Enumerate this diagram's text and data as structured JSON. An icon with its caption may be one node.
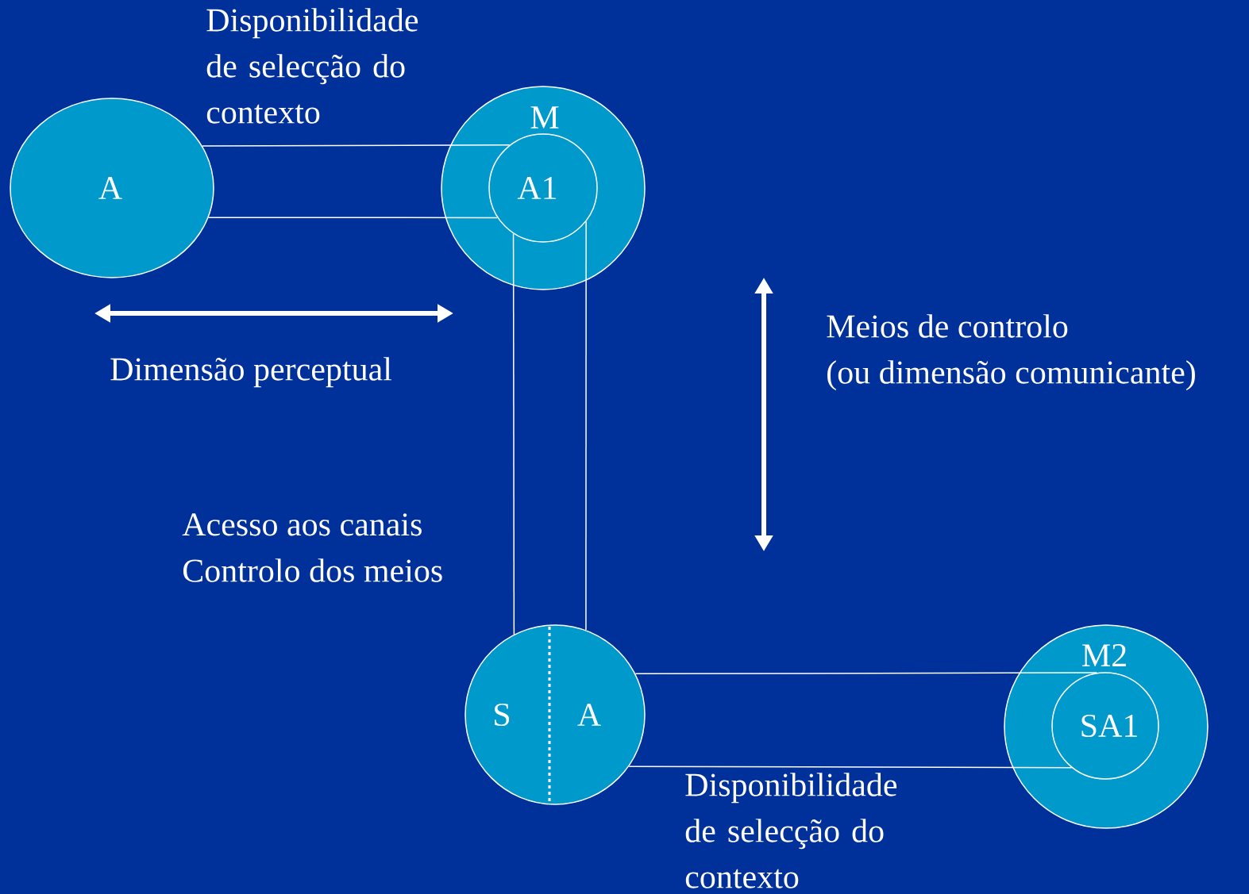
{
  "diagram": {
    "nodes": [
      {
        "text": [
          "A"
        ]
      },
      {
        "text": [
          "M"
        ]
      },
      {
        "text": [
          "A1"
        ],
        "in": 1
      },
      {
        "text": [
          "S",
          "A"
        ]
      },
      {
        "text": [
          "M2"
        ]
      },
      {
        "text": [
          "SA1"
        ],
        "in": 4
      }
    ],
    "edges": [
      {
        "from": 0,
        "to": 2,
        "arrow": "none"
      },
      {
        "from": 0,
        "to": 2,
        "arrow": "none"
      },
      {
        "from": 2,
        "to": 3,
        "arrow": "none"
      },
      {
        "from": 2,
        "to": 3,
        "arrow": "none"
      },
      {
        "from": 3,
        "to": 5,
        "arrow": "none"
      },
      {
        "from": 3,
        "to": 5,
        "arrow": "none"
      }
    ],
    "labels": [
      "Disponibilidade de selecção do contexto",
      "Dimensão perceptual",
      "Meios de controlo",
      "(ou dimensão comunicante)",
      "Acesso aos canais",
      "Controlo dos meios",
      "Disponibilidade de selecção do contexto"
    ]
  }
}
